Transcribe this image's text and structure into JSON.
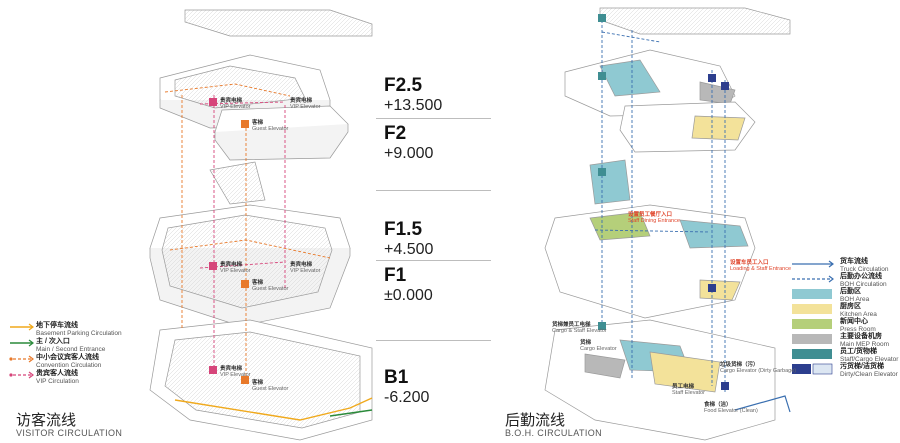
{
  "levels": [
    {
      "name": "F2.5",
      "elev": "+13.500"
    },
    {
      "name": "F2",
      "elev": "+9.000"
    },
    {
      "name": "F1.5",
      "elev": "+4.500"
    },
    {
      "name": "F1",
      "elev": "±0.000"
    },
    {
      "name": "B1",
      "elev": "-6.200"
    }
  ],
  "left_panel": {
    "title": "访客流线",
    "subtitle": "VISITOR CIRCULATION"
  },
  "right_panel": {
    "title": "后勤流线",
    "subtitle": "B.O.H. CIRCULATION"
  },
  "visitor_legend": [
    {
      "zh": "地下停车流线",
      "en": "Basement Parking Circulation",
      "color": "#f0a91c",
      "style": "solid"
    },
    {
      "zh": "主 / 次入口",
      "en": "Main / Second Entrance",
      "color": "#2a8a3a",
      "style": "solid"
    },
    {
      "zh": "中小会议宾客人流线",
      "en": "Convention Circulation",
      "color": "#e8792a",
      "style": "dashed"
    },
    {
      "zh": "贵宾客人流线",
      "en": "VIP Circulation",
      "color": "#d6457a",
      "style": "dashed"
    }
  ],
  "boh_legend": [
    {
      "zh": "货车流线",
      "en": "Truck Circulation",
      "color": "#3a6fb0",
      "kind": "arrow-solid"
    },
    {
      "zh": "后勤办公流线",
      "en": "BOH Circulation",
      "color": "#3a6fb0",
      "kind": "arrow-dashed"
    },
    {
      "zh": "后勤区",
      "en": "BOH Area",
      "color": "#8fc9d2",
      "kind": "swatch"
    },
    {
      "zh": "厨房区",
      "en": "Kitchen Area",
      "color": "#f3e29a",
      "kind": "swatch"
    },
    {
      "zh": "新闻中心",
      "en": "Press Room",
      "color": "#b5cf7a",
      "kind": "swatch"
    },
    {
      "zh": "主要设备机房",
      "en": "Main MEP Room",
      "color": "#b8b8b8",
      "kind": "swatch"
    },
    {
      "zh": "员工/货物梯",
      "en": "Staff/Cargo Elevator",
      "color": "#3f8e92",
      "kind": "swatch"
    },
    {
      "zh": "污货梯/洁货梯",
      "en": "Dirty/Clean Elevator",
      "color": "#2c3e8e",
      "kind": "swatch2"
    }
  ],
  "left_labels": [
    {
      "zh": "贵宾电梯",
      "en": "VIP Elevator"
    },
    {
      "zh": "贵宾电梯",
      "en": "VIP Elevator"
    },
    {
      "zh": "客梯",
      "en": "Guest Elevator"
    },
    {
      "zh": "贵宾电梯",
      "en": "VIP Elevator"
    },
    {
      "zh": "贵宾电梯",
      "en": "VIP Elevator"
    },
    {
      "zh": "客梯",
      "en": "Guest Elevator"
    },
    {
      "zh": "贵宾电梯",
      "en": "VIP Elevator"
    },
    {
      "zh": "客梯",
      "en": "Guest Elevator"
    }
  ],
  "right_labels": [
    {
      "zh": "设置员工餐厅入口",
      "en": "Staff Dining Entrance",
      "red": true
    },
    {
      "zh": "设置车员工入口",
      "en": "Loading & Staff Entrance",
      "red": true
    },
    {
      "zh": "货梯兼员工电梯",
      "en": "Cargo & Staff Elevator",
      "red": false
    },
    {
      "zh": "货梯",
      "en": "Cargo Elevator",
      "red": false
    },
    {
      "zh": "垃圾货梯（污）",
      "en": "Cargo Elevator (Dirty Garbage)",
      "red": false
    },
    {
      "zh": "员工电梯",
      "en": "Staff Elevator",
      "red": false
    },
    {
      "zh": "食梯（洁）",
      "en": "Food Elevator (Clean)",
      "red": false
    }
  ]
}
